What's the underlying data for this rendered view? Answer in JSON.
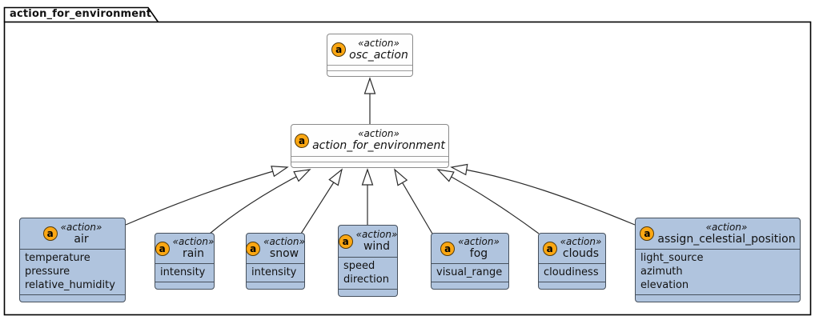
{
  "package": {
    "title": "action_for_environment"
  },
  "spot": {
    "letter": "a"
  },
  "colors": {
    "class_fill": "#B0C4DE",
    "abstract_class_fill": "#FEFEFE",
    "spot_fill": "#FBA713",
    "edge_stroke": "#2b2b2b",
    "package_border": "#000000"
  },
  "classes": {
    "osc_action": {
      "stereotype": "«action»",
      "name": "osc_action",
      "attrs": []
    },
    "action_for_environment": {
      "stereotype": "«action»",
      "name": "action_for_environment",
      "attrs": []
    },
    "air": {
      "stereotype": "«action»",
      "name": "air",
      "attrs": [
        "temperature",
        "pressure",
        "relative_humidity"
      ]
    },
    "rain": {
      "stereotype": "«action»",
      "name": "rain",
      "attrs": [
        "intensity"
      ]
    },
    "snow": {
      "stereotype": "«action»",
      "name": "snow",
      "attrs": [
        "intensity"
      ]
    },
    "wind": {
      "stereotype": "«action»",
      "name": "wind",
      "attrs": [
        "speed",
        "direction"
      ]
    },
    "fog": {
      "stereotype": "«action»",
      "name": "fog",
      "attrs": [
        "visual_range"
      ]
    },
    "clouds": {
      "stereotype": "«action»",
      "name": "clouds",
      "attrs": [
        "cloudiness"
      ]
    },
    "assign_celestial_position": {
      "stereotype": "«action»",
      "name": "assign_celestial_position",
      "attrs": [
        "light_source",
        "azimuth",
        "elevation"
      ]
    }
  },
  "relations": [
    "action_for_environment --|> osc_action",
    "air --|> action_for_environment",
    "rain --|> action_for_environment",
    "snow --|> action_for_environment",
    "wind --|> action_for_environment",
    "fog --|> action_for_environment",
    "clouds --|> action_for_environment",
    "assign_celestial_position --|> action_for_environment"
  ]
}
